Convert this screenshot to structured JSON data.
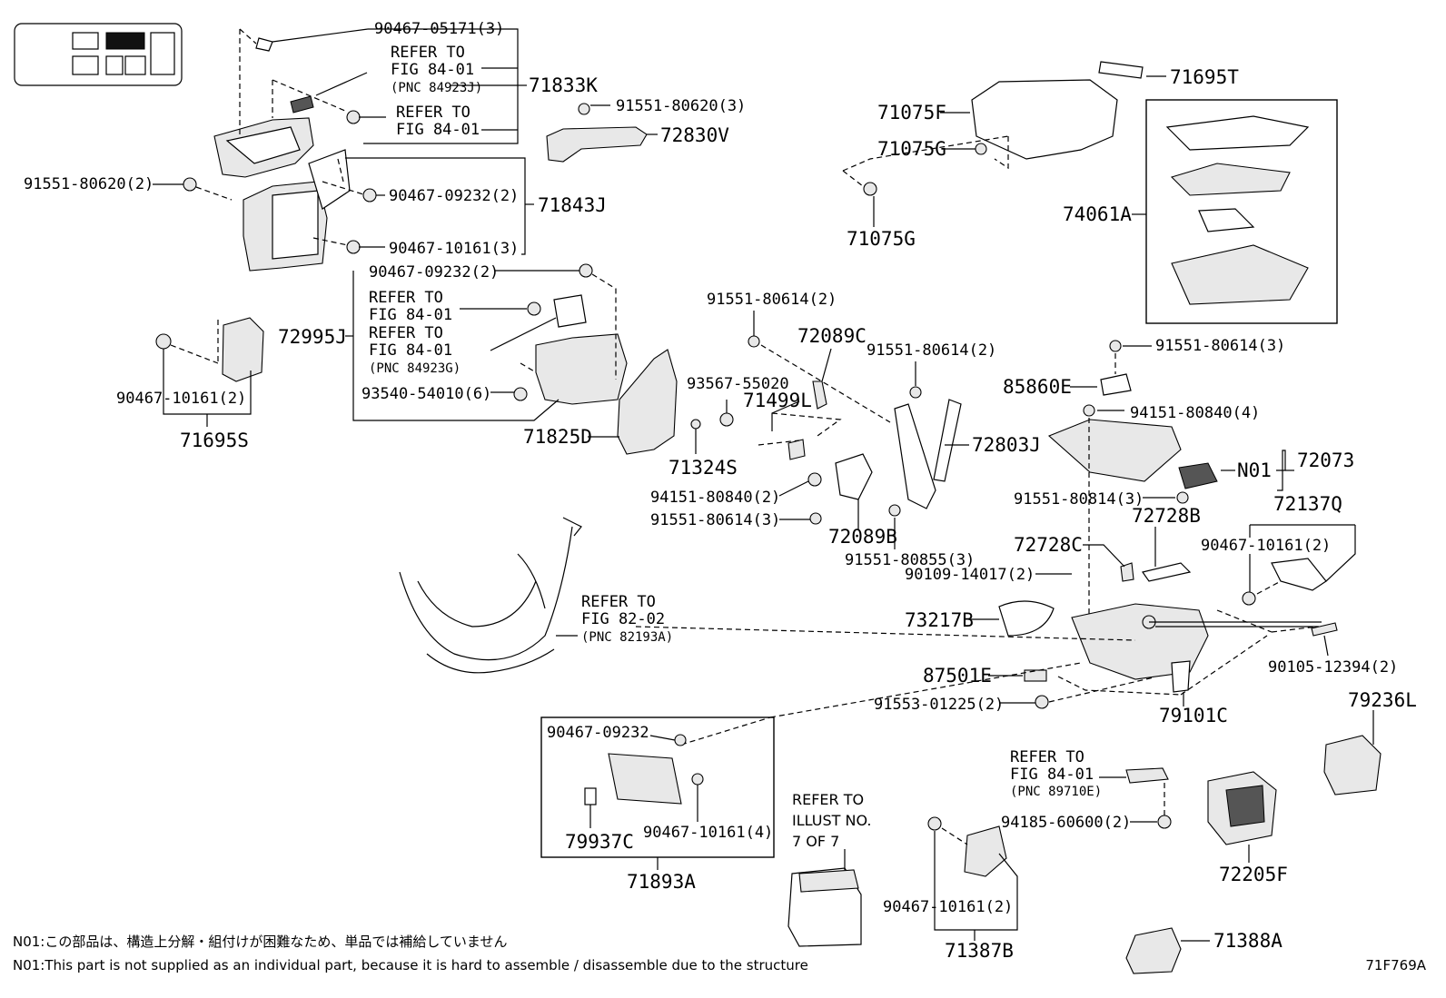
{
  "labels": {
    "p90467_05171": "90467-05171(3)",
    "refer_841_a": "REFER TO",
    "refer_841_a2": "FIG 84-01",
    "pnc_84923J": "(PNC 84923J)",
    "p71833K": "71833K",
    "refer_841_b": "REFER TO",
    "refer_841_b2": "FIG 84-01",
    "p91551_80620_3": "91551-80620(3)",
    "p72830V": "72830V",
    "p91551_80620_2": "91551-80620(2)",
    "p90467_09232_2a": "90467-09232(2)",
    "p71843J": "71843J",
    "p90467_10161_3": "90467-10161(3)",
    "p90467_09232_2b": "90467-09232(2)",
    "refer_841_c": "REFER TO",
    "refer_841_c2": "FIG 84-01",
    "p72995J": "72995J",
    "refer_841_d": "REFER TO",
    "refer_841_d2": "FIG 84-01",
    "pnc_84923G": "(PNC 84923G)",
    "p93540_54010": "93540-54010(6)",
    "p90467_10161_2a": "90467-10161(2)",
    "p71695S": "71695S",
    "p71825D": "71825D",
    "p93567_55020": "93567-55020",
    "p71324S": "71324S",
    "p91551_80614_2a": "91551-80614(2)",
    "p72089C": "72089C",
    "p71499L": "71499L",
    "p91551_80614_2b": "91551-80614(2)",
    "p72803J": "72803J",
    "p94151_80840_2": "94151-80840(2)",
    "p91551_80614_3a": "91551-80614(3)",
    "p72089B": "72089B",
    "p91551_80855": "91551-80855(3)",
    "p71075F": "71075F",
    "p71075G_a": "71075G",
    "p71075G_b": "71075G",
    "p71695T": "71695T",
    "p74061A": "74061A",
    "p91551_80614_3b": "91551-80614(3)",
    "p85860E": "85860E",
    "p94151_80840_4": "94151-80840(4)",
    "p72073": "72073",
    "pN01": "N01",
    "p91551_80814": "91551-80814(3)",
    "p72728B": "72728B",
    "p72137Q": "72137Q",
    "p72728C": "72728C",
    "p90467_10161_2b": "90467-10161(2)",
    "p90109_14017": "90109-14017(2)",
    "refer_8202": "REFER TO",
    "refer_8202_2": "FIG 82-02",
    "pnc_82193A": "(PNC 82193A)",
    "p73217B": "73217B",
    "p90105_12394": "90105-12394(2)",
    "p87501E": "87501E",
    "p91553_01225": "91553-01225(2)",
    "p79101C": "79101C",
    "p79236L": "79236L",
    "p90467_09232_c": "90467-09232",
    "p90467_10161_4": "90467-10161(4)",
    "p79937C": "79937C",
    "p71893A": "71893A",
    "refer_illust": "REFER TO",
    "refer_illust2": "ILLUST NO.",
    "refer_illust3": "7 OF 7",
    "refer_841_e": "REFER TO",
    "refer_841_e2": "FIG 84-01",
    "pnc_89710E": "(PNC 89710E)",
    "p94185_60600": "94185-60600(2)",
    "p72205F": "72205F",
    "p90467_10161_2c": "90467-10161(2)",
    "p71387B": "71387B",
    "p71388A": "71388A"
  },
  "notes": {
    "jp": "N01:この部品は、構造上分解・組付けが困難なため、単品では補給していません",
    "en": "N01:This part is not supplied as an individual part, because it is hard to assemble / disassemble due to the structure"
  },
  "figure_code": "71F769A"
}
